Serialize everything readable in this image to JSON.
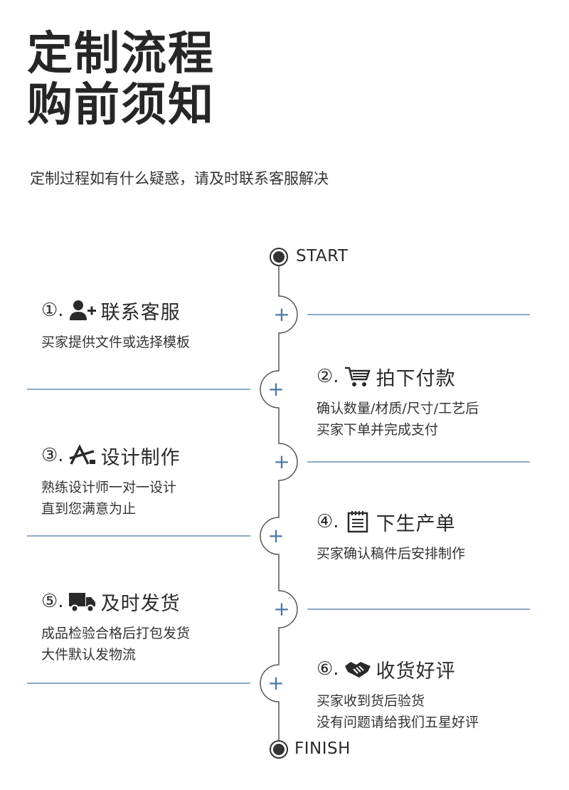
{
  "header": {
    "title_line1": "定制流程",
    "title_line2": "购前须知",
    "subtitle": "定制过程如有什么疑惑，请及时联系客服解决"
  },
  "timeline": {
    "start_label": "START",
    "finish_label": "FINISH",
    "accent_color": "#4a78a8",
    "line_color": "#555555",
    "plus_symbol": "+"
  },
  "steps": [
    {
      "number": "①.",
      "icon": "user-plus-icon",
      "title": "联系客服",
      "desc": [
        "买家提供文件或选择模板"
      ]
    },
    {
      "number": "②.",
      "icon": "shopping-cart-icon",
      "title": "拍下付款",
      "desc": [
        "确认数量/材质/尺寸/工艺后",
        "买家下单并完成支付"
      ]
    },
    {
      "number": "③.",
      "icon": "design-tools-icon",
      "title": "设计制作",
      "desc": [
        "熟练设计师一对一设计",
        "直到您满意为止"
      ]
    },
    {
      "number": "④.",
      "icon": "notepad-icon",
      "title": "下生产单",
      "desc": [
        "买家确认稿件后安排制作"
      ]
    },
    {
      "number": "⑤.",
      "icon": "delivery-truck-icon",
      "title": "及时发货",
      "desc": [
        "成品检验合格后打包发货",
        "大件默认发物流"
      ]
    },
    {
      "number": "⑥.",
      "icon": "handshake-icon",
      "title": "收货好评",
      "desc": [
        "买家收到货后验货",
        "没有问题请给我们五星好评"
      ]
    }
  ]
}
